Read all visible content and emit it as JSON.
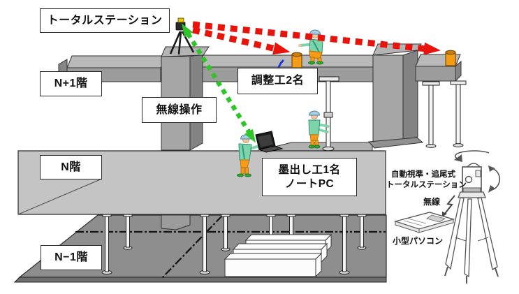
{
  "diagram": {
    "title_label": "トータルステーション",
    "floors": {
      "np1": "N+1階",
      "n": "N階",
      "nm1": "N−1階"
    },
    "labels": {
      "wireless_operation": "無線操作",
      "adjust_workers": "調整工2名",
      "marking_worker_line1": "墨出し工1名",
      "marking_worker_line2": "ノートPC"
    },
    "inset": {
      "caption_line1": "自動視準・追尾式",
      "caption_line2": "トータルステーション",
      "wireless": "無線",
      "small_pc": "小型パソコン"
    },
    "icons": {
      "measurement_arrows": "red-dashed-measurement-arrow",
      "wireless_link": "green-dotted-wireless-arrow",
      "prism": "orange-prism-target",
      "rotation": "rotation-arrow"
    },
    "colors": {
      "arrow_red": "#e8140c",
      "arrow_green": "#2ec42a",
      "prism_orange": "#f59b16",
      "slab_gray": "#c4c4c4",
      "floor_gray": "#8e8e8e",
      "beam_gray": "#9c9c9c"
    }
  }
}
